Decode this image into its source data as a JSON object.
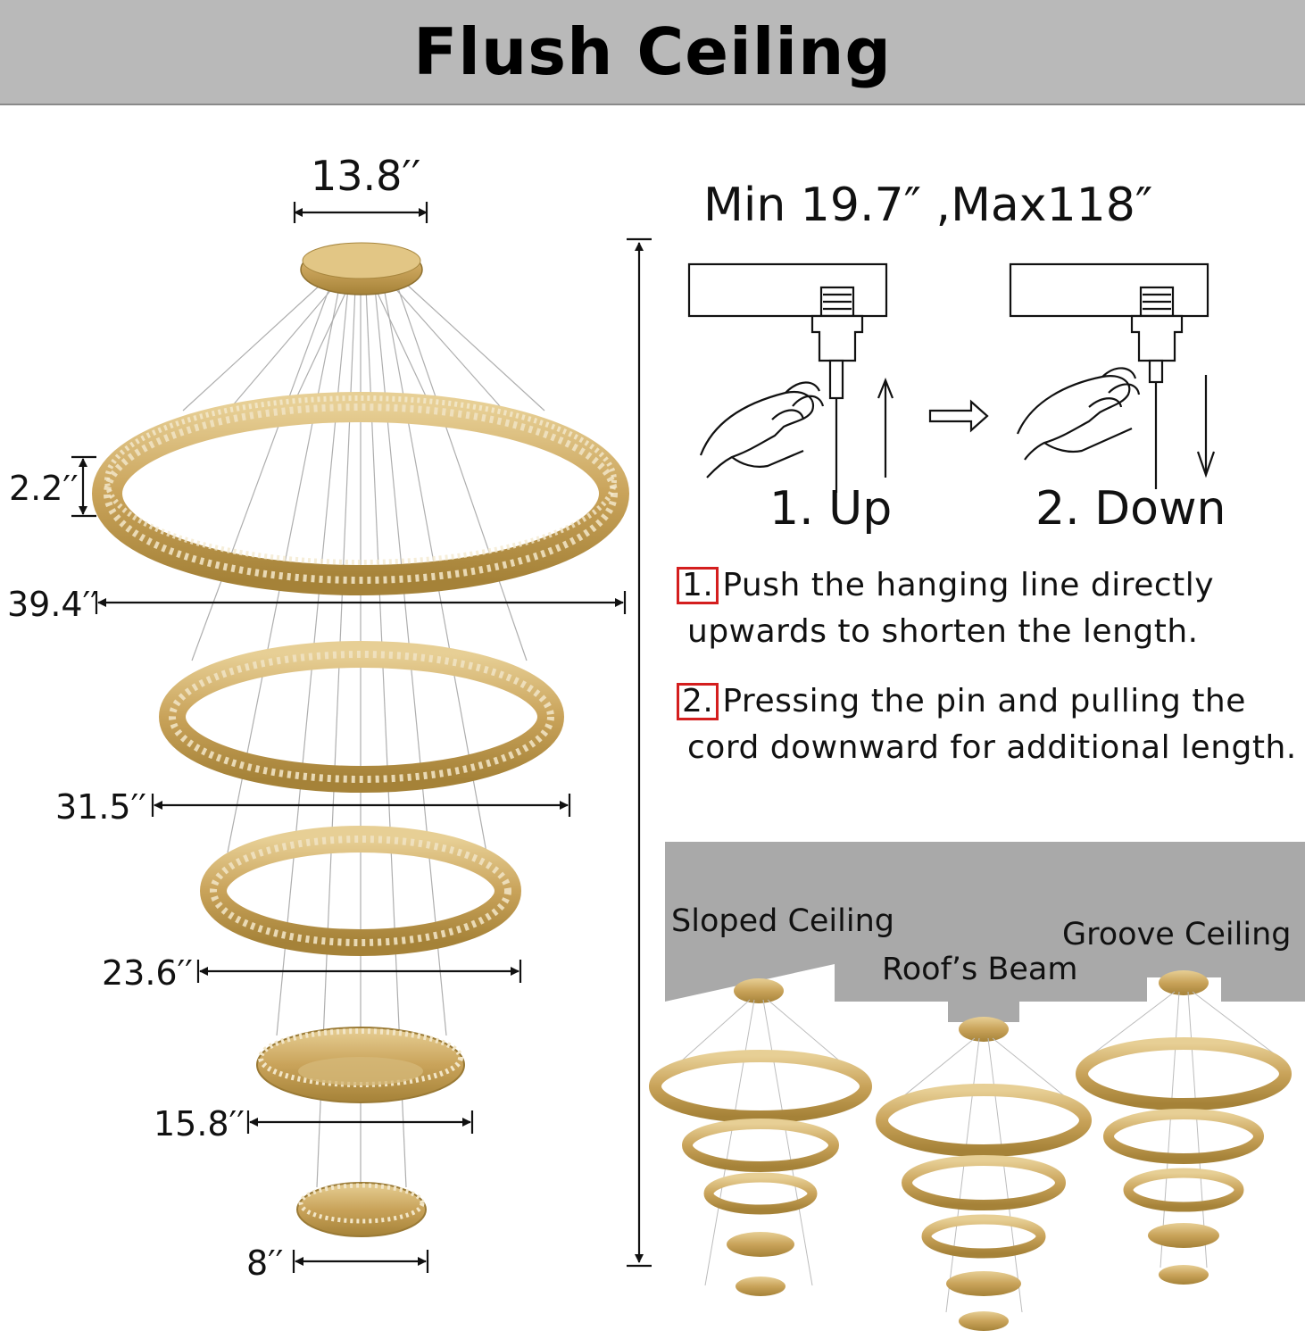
{
  "header": {
    "title": "Flush Ceiling"
  },
  "dimensions": {
    "canopy_width": "13.8′′",
    "ring_height": "2.2′′",
    "ring1_width": "39.4′′",
    "ring2_width": "31.5′′",
    "ring3_width": "23.6′′",
    "ring4_width": "15.8′′",
    "ring5_width": "8′′"
  },
  "adjust": {
    "range": "Min 19.7″ ,Max118″",
    "step1_label": "1. Up",
    "step2_label": "2. Down"
  },
  "instructions": [
    {
      "num": "1.",
      "text": "Push the hanging line directly",
      "text2": "upwards to shorten the length."
    },
    {
      "num": "2.",
      "text": "Pressing the pin and pulling the",
      "text2": "cord downward for additional length."
    }
  ],
  "ceiling_types": {
    "sloped": "Sloped Ceiling",
    "beam": "Roof’s Beam",
    "groove": "Groove Ceiling"
  },
  "colors": {
    "gold": "#c9a35a",
    "crystal": "#d8c8a4",
    "accent_red": "#d41e1e",
    "ceiling_gray": "#a9a9a9"
  }
}
